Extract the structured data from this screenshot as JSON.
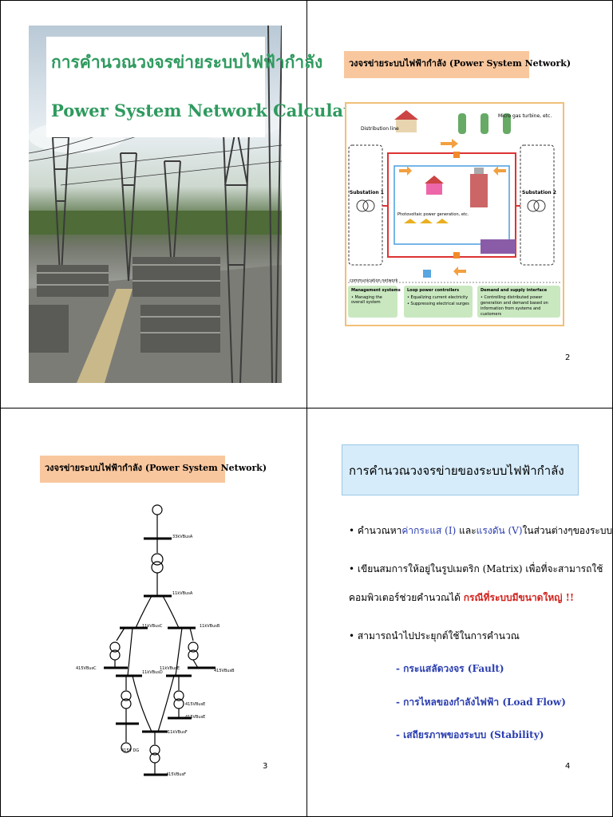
{
  "slide1": {
    "title_thai": "การคำนวณวงจรข่ายระบบไฟฟ้ากำลัง",
    "title_english": "Power System Network Calculation"
  },
  "slide2": {
    "title": "วงจรข่ายระบบไฟฟ้ากำลัง (Power System Network)",
    "page": "2",
    "figure": {
      "distribution_line": "Distribution line",
      "micro_gas_turbine": "Micro gas turbine, etc.",
      "substation_1": "Substation 1",
      "substation_2": "Substation 2",
      "photovoltaic": "Photovoltaic power generation, etc.",
      "communication_network": "communication network",
      "mgmt_title": "Management systems",
      "mgmt_item": "• Managing the overall system",
      "loop_title": "Loop power controllers",
      "loop_item1": "• Equalizing current electricity",
      "loop_item2": "• Suppressing electrical surges",
      "demand_title": "Demand and supply interface",
      "demand_item": "• Controlling distributed power generation and demand based on information from systems and customers"
    }
  },
  "slide3": {
    "title": "วงจรข่ายระบบไฟฟ้ากำลัง (Power System Network)",
    "page": "3",
    "buses": {
      "busA": "33kVBusA",
      "busA2": "11kVBusA",
      "busC": "11kVBusC",
      "busB": "11kVBusB",
      "busC415": "415VBusC",
      "busD": "11kVBusD",
      "busE11": "11kVBusE",
      "busE415": "415VBusE",
      "busB415": "415VBusB",
      "busE2": "415VBusE",
      "busF": "11kVBusF",
      "busD415": "415V DG",
      "busF415": "415VBusF"
    }
  },
  "slide4": {
    "heading": "การคำนวณวงจรข่ายของระบบไฟฟ้ากำลัง",
    "page": "4",
    "b1_pre": "• คำนวณหา",
    "b1_current": "ค่ากระแส (I)",
    "b1_and": " และ",
    "b1_voltage": "แรงดัน (V)",
    "b1_post": "ในส่วนต่างๆของระบบ",
    "b2_line1": "• เขียนสมการให้อยู่ในรูปเมตริก (Matrix) เพื่อที่จะสามารถใช้",
    "b2_line2": "คอมพิวเตอร์ช่วยคำนวณได้ ",
    "b2_red": "กรณีที่ระบบมีขนาดใหญ่ !!",
    "b3": "• สามารถนำไปประยุกต์ใช้ในการคำนวณ",
    "sub1": "- กระแสลัดวงจร (Fault)",
    "sub2": "- การไหลของกำลังไฟฟ้า (Load Flow)",
    "sub3": "- เสถียรภาพของระบบ (Stability)"
  },
  "colors": {
    "title_green": "#2f9a5f",
    "tag_orange": "#f9c79e",
    "head_blue": "#d6ecfa",
    "text_blue": "#2a3db0",
    "text_red": "#d2231e"
  }
}
